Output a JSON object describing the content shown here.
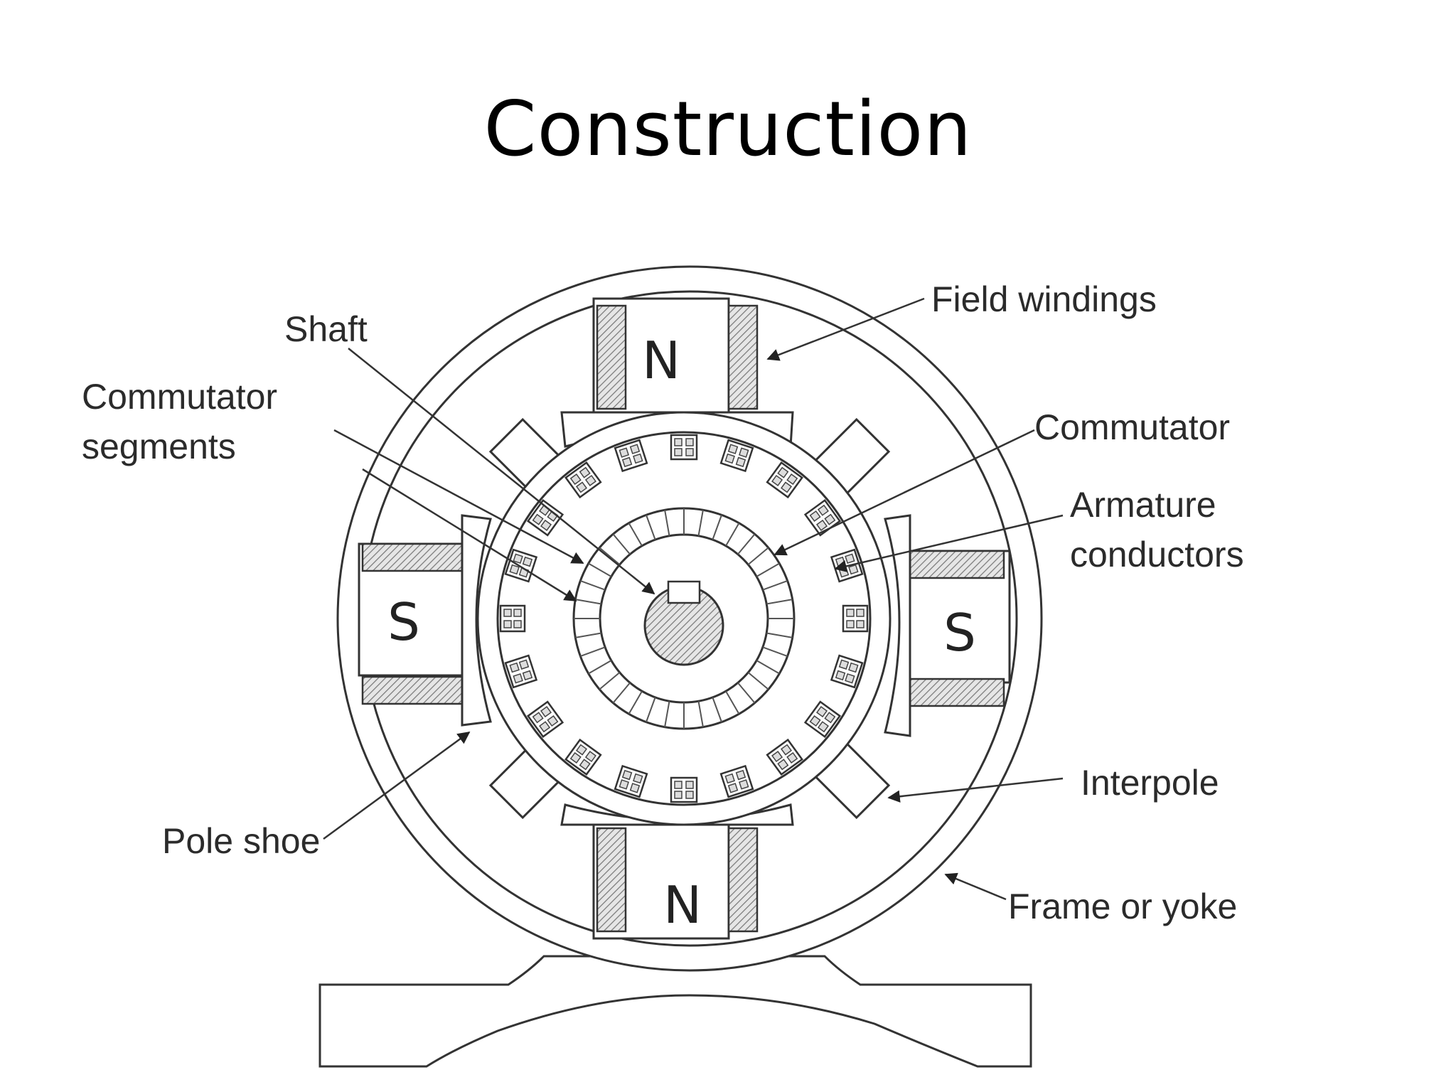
{
  "title": "Construction",
  "labels": {
    "field_windings": "Field windings",
    "shaft": "Shaft",
    "commutator_segments_1": "Commutator",
    "commutator_segments_2": "segments",
    "commutator": "Commutator",
    "armature_conductors_1": "Armature",
    "armature_conductors_2": "conductors",
    "interpole": "Interpole",
    "pole_shoe": "Pole shoe",
    "frame_or_yoke": "Frame or yoke"
  },
  "poles": {
    "top": "N",
    "bottom": "N",
    "left": "S",
    "right": "S"
  },
  "colors": {
    "line": "#333333",
    "hatch": "#8a8a8a",
    "background": "#ffffff"
  }
}
